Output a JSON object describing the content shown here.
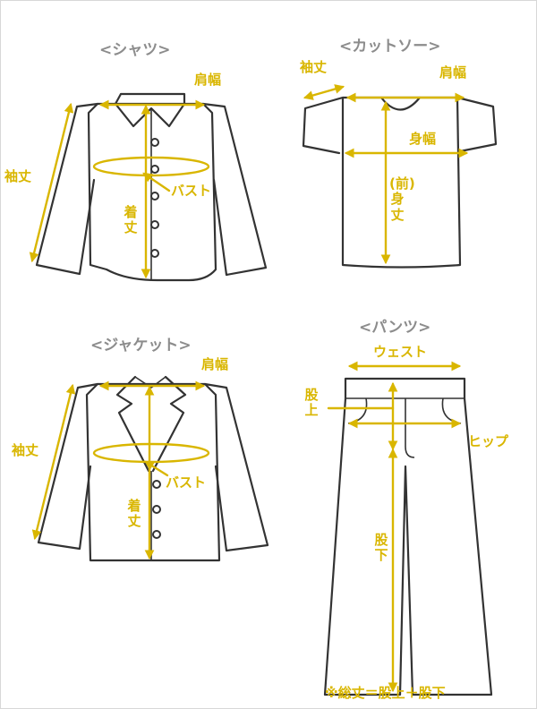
{
  "sections": {
    "shirt": {
      "title": "<シャツ>",
      "labels": {
        "shoulder_width": "肩幅",
        "sleeve_length": "袖丈",
        "bust": "バスト",
        "body_length": "着丈"
      }
    },
    "cutsew": {
      "title": "<カットソー>",
      "labels": {
        "sleeve_length": "袖丈",
        "shoulder_width": "肩幅",
        "body_width": "身幅",
        "front_body_length": "(前)身丈"
      }
    },
    "jacket": {
      "title": "<ジャケット>",
      "labels": {
        "shoulder_width": "肩幅",
        "sleeve_length": "袖丈",
        "bust": "バスト",
        "body_length": "着丈"
      }
    },
    "pants": {
      "title": "<パンツ>",
      "labels": {
        "waist": "ウェスト",
        "rise": "股上",
        "hip": "ヒップ",
        "inseam": "股下"
      },
      "note": "※総丈＝股上＋股下"
    }
  },
  "colors": {
    "measure_accent": "#d9b600",
    "outline": "#333333",
    "title_gray": "#8c8c8c"
  }
}
